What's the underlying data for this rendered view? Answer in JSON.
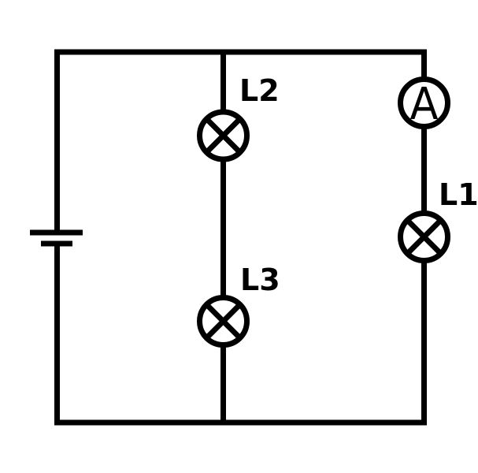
{
  "diagram": {
    "type": "electrical-circuit-schematic",
    "colors": {
      "stroke": "#000000",
      "background": "#ffffff"
    },
    "labels": {
      "ammeter": "A",
      "lamp1": "L1",
      "lamp2": "L2",
      "lamp3": "L3"
    },
    "components": [
      {
        "name": "battery-cell",
        "label": ""
      },
      {
        "name": "ammeter",
        "label": "A",
        "branch": "right"
      },
      {
        "name": "lamp",
        "label": "L1",
        "branch": "right"
      },
      {
        "name": "lamp",
        "label": "L2",
        "branch": "middle"
      },
      {
        "name": "lamp",
        "label": "L3",
        "branch": "middle"
      }
    ]
  }
}
